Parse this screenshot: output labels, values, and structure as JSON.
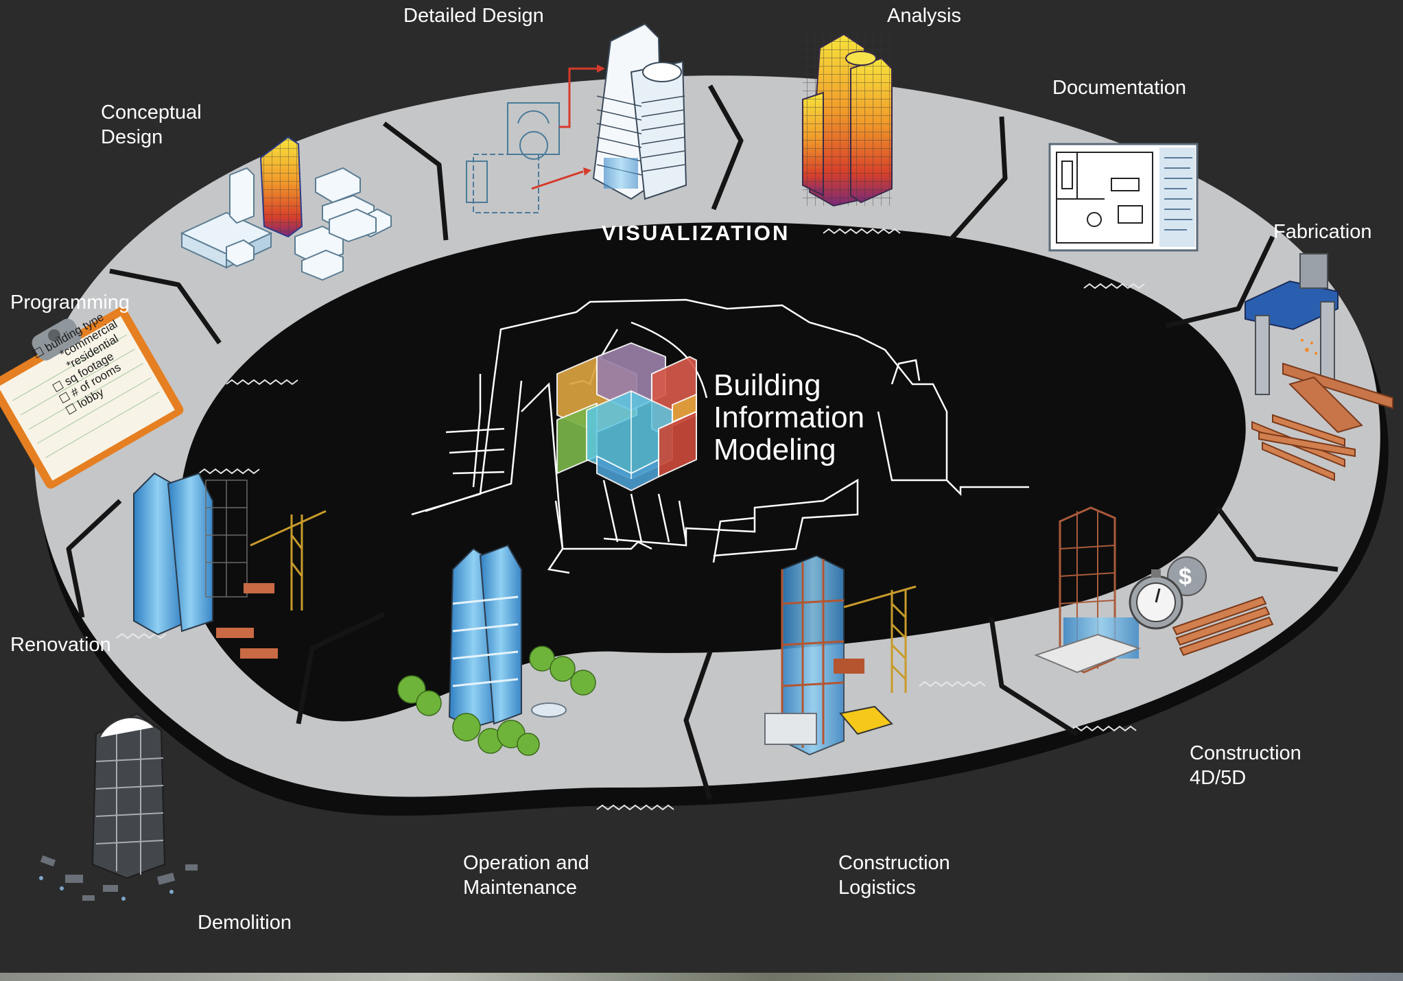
{
  "center": {
    "title_lines": [
      "Building",
      "Information",
      "Modeling"
    ]
  },
  "ring": {
    "label": "VISUALIZATION",
    "colors": {
      "ring": "#c5c6c8",
      "background": "#2b2b2b",
      "edge": "#0d0d0d"
    }
  },
  "stages": [
    {
      "id": "conceptual-design",
      "lines": [
        "Conceptual",
        "Design"
      ]
    },
    {
      "id": "detailed-design",
      "lines": [
        "Detailed Design"
      ]
    },
    {
      "id": "analysis",
      "lines": [
        "Analysis"
      ]
    },
    {
      "id": "documentation",
      "lines": [
        "Documentation"
      ]
    },
    {
      "id": "fabrication",
      "lines": [
        "Fabrication"
      ]
    },
    {
      "id": "construction-4d5d",
      "lines": [
        "Construction",
        "4D/5D"
      ]
    },
    {
      "id": "construction-logistics",
      "lines": [
        "Construction",
        "Logistics"
      ]
    },
    {
      "id": "operation-maintenance",
      "lines": [
        "Operation and",
        "Maintenance"
      ]
    },
    {
      "id": "demolition",
      "lines": [
        "Demolition"
      ]
    },
    {
      "id": "renovation",
      "lines": [
        "Renovation"
      ]
    },
    {
      "id": "programming",
      "lines": [
        "Programming"
      ]
    }
  ],
  "programming_checklist": [
    "building type",
    "*commercial",
    "*residential",
    "sq footage",
    "# of rooms",
    "lobby"
  ],
  "icons": {
    "programming": "clipboard-icon",
    "conceptual-design": "massing-model-icon",
    "detailed-design": "tower-drawing-icon",
    "analysis": "heatmap-tower-icon",
    "documentation": "floor-plan-sheet-icon",
    "fabrication": "fabrication-machine-icon",
    "construction-4d5d": "stopwatch-dollar-icon",
    "construction-logistics": "crane-site-icon",
    "operation-maintenance": "finished-building-icon",
    "demolition": "demolished-building-icon",
    "renovation": "renovation-crane-icon",
    "center": "bim-cube-logo"
  }
}
